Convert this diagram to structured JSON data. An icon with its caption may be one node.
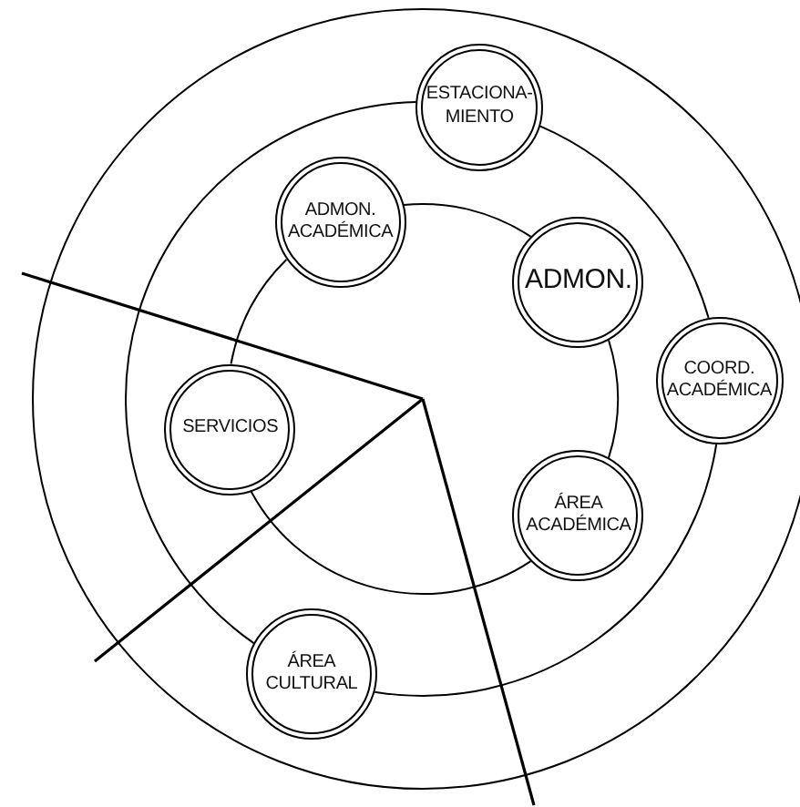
{
  "diagram": {
    "nodes": [
      {
        "text": [
          "ESTACIONA- MIENTO"
        ]
      },
      {
        "text": [
          "ADMON. ACADÉMICA"
        ]
      },
      {
        "text": [
          "ADMON."
        ]
      },
      {
        "text": [
          "COORD. ACADÉMICA"
        ]
      },
      {
        "text": [
          "SERVICIOS"
        ]
      },
      {
        "text": [
          "ÁREA ACADÉMICA"
        ]
      },
      {
        "text": [
          "ÁREA CULTURAL"
        ]
      }
    ],
    "edges": [
      {
        "from": 1,
        "to": 2,
        "arrow": "none"
      },
      {
        "from": 2,
        "to": 5,
        "arrow": "none"
      },
      {
        "from": 5,
        "to": 4,
        "arrow": "none"
      },
      {
        "from": 4,
        "to": 1,
        "arrow": "none"
      },
      {
        "from": 0,
        "to": 3,
        "arrow": "none"
      },
      {
        "from": 3,
        "to": 6,
        "arrow": "none"
      },
      {
        "from": 6,
        "to": 0,
        "arrow": "none"
      }
    ]
  }
}
